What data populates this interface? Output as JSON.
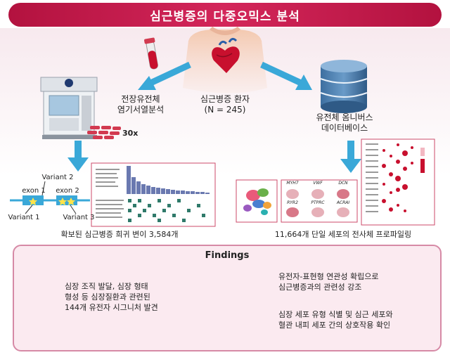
{
  "title": "심근병증의 다중오믹스 분석",
  "patient": {
    "label": "심근병증 환자",
    "count": "(N = 245)"
  },
  "left_branch": {
    "label_line1": "전장유전체",
    "label_line2": "염기서열분석",
    "coverage": "30x"
  },
  "right_branch": {
    "label_line1": "유전체 옴니버스",
    "label_line2": "데이터베이스"
  },
  "variants": {
    "v1": "Variant 1",
    "v2": "Variant 2",
    "v3": "Variant 3",
    "exon1": "exon 1",
    "exon2": "exon 2"
  },
  "genes": [
    "MYH7",
    "VWF",
    "DCN",
    "RYR2",
    "PTPRC",
    "ACRAI"
  ],
  "left_caption": "확보된 심근병증 희귀 변이 3,584개",
  "right_caption": "11,664개 단일 세포의 전사체 프로파일링",
  "findings": {
    "title": "Findings",
    "f1": [
      "심장 조직 발달, 심장 형태",
      "형성 등 심장질환과 관련된",
      "144개 유전자 시그니처 발견"
    ],
    "f2": [
      "유전자-표현형 연관성 확립으로",
      "심근병증과의 관련성 강조"
    ],
    "f3": [
      "심장 세포 유형 식별 및 심근 세포와",
      "혈관 내피 세포 간의 상호작용 확인"
    ]
  },
  "colors": {
    "banner": "#c41a4c",
    "arrow": "#3aa8d8",
    "panel_border": "#d68aa6",
    "panel_fill": "#fbeaf0",
    "accent_red": "#c8102e",
    "dna_orange": "#f08a2c",
    "dna_blue": "#2a7fc1"
  }
}
